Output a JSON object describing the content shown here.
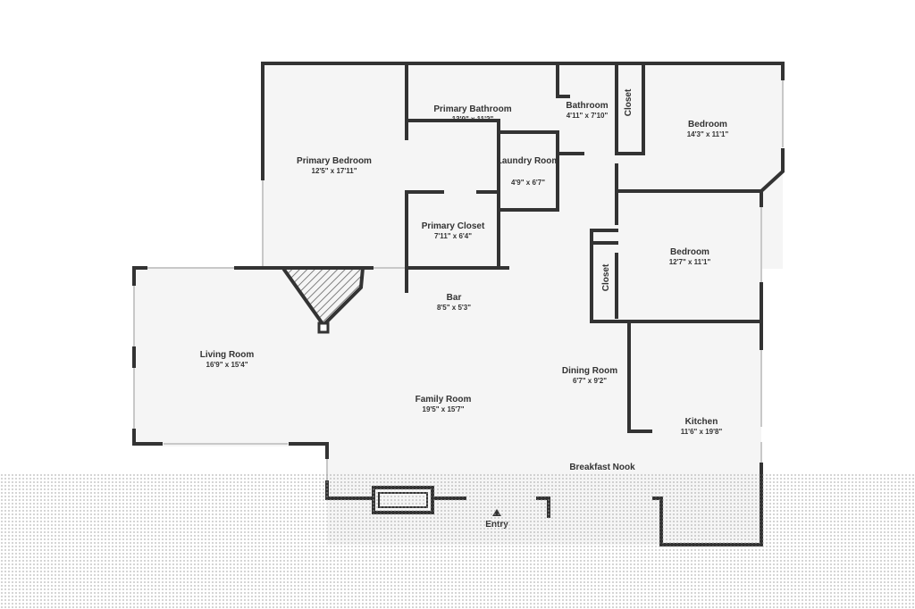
{
  "rooms": [
    {
      "id": "primary-bedroom",
      "name": "Primary Bedroom",
      "dims": "12'5\" x 17'11\""
    },
    {
      "id": "primary-bathroom",
      "name": "Primary Bathroom",
      "dims": "13'0\" x 11'2\""
    },
    {
      "id": "bathroom",
      "name": "Bathroom",
      "dims": "4'11\" x 7'10\""
    },
    {
      "id": "closet-top",
      "name": "Closet",
      "dims": ""
    },
    {
      "id": "bedroom-top",
      "name": "Bedroom",
      "dims": "14'3\" x 11'1\""
    },
    {
      "id": "laundry-room",
      "name": "Laundry Room",
      "dims": "4'9\" x 6'7\""
    },
    {
      "id": "primary-closet",
      "name": "Primary Closet",
      "dims": "7'11\" x 6'4\""
    },
    {
      "id": "bedroom-mid",
      "name": "Bedroom",
      "dims": "12'7\" x 11'1\""
    },
    {
      "id": "closet-mid",
      "name": "Closet",
      "dims": ""
    },
    {
      "id": "bar",
      "name": "Bar",
      "dims": "8'5\" x 5'3\""
    },
    {
      "id": "living-room",
      "name": "Living Room",
      "dims": "16'9\" x 15'4\""
    },
    {
      "id": "dining-room",
      "name": "Dining Room",
      "dims": "6'7\" x 9'2\""
    },
    {
      "id": "family-room",
      "name": "Family Room",
      "dims": "19'5\" x 15'7\""
    },
    {
      "id": "kitchen",
      "name": "Kitchen",
      "dims": "11'6\" x 19'8\""
    },
    {
      "id": "breakfast-nook",
      "name": "Breakfast Nook",
      "dims": ""
    }
  ],
  "entry_label": "Entry"
}
